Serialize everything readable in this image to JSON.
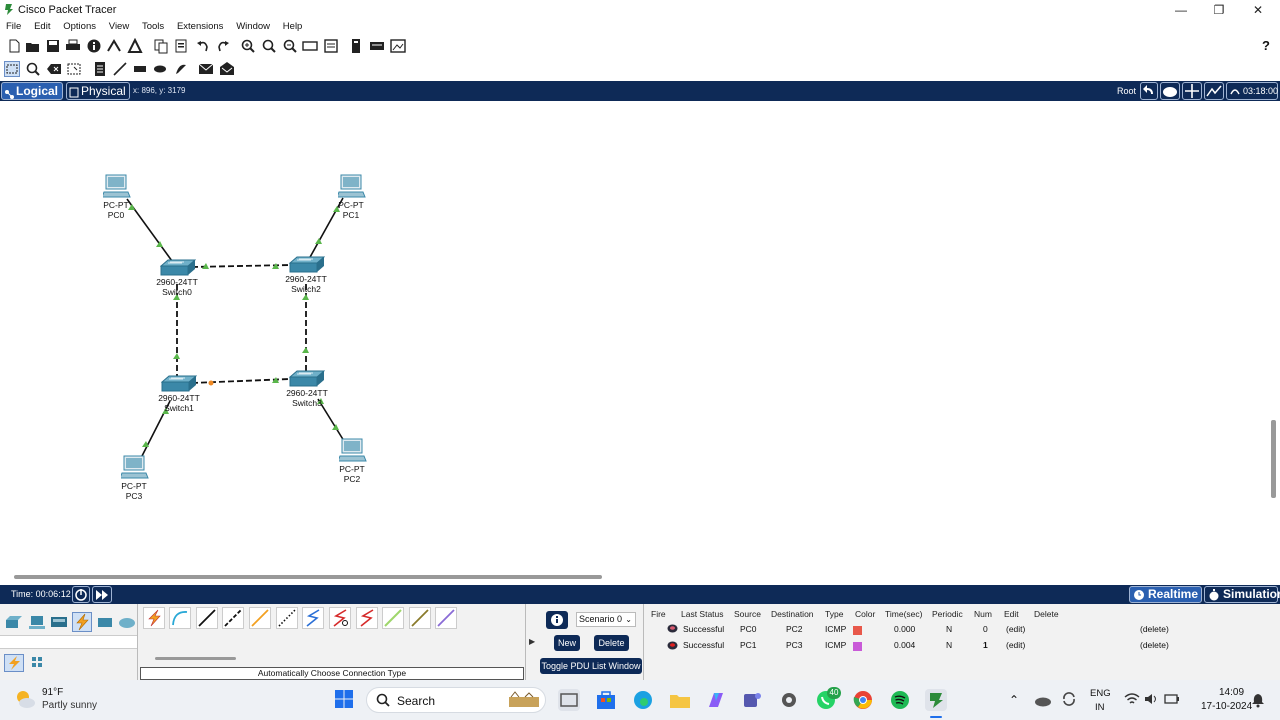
{
  "window": {
    "title": "Cisco Packet Tracer",
    "controls": [
      "—",
      "❐",
      "✕"
    ]
  },
  "menu": [
    "File",
    "Edit",
    "Options",
    "View",
    "Tools",
    "Extensions",
    "Window",
    "Help"
  ],
  "modebar": {
    "logical": "Logical",
    "physical": "Physical",
    "coords": "x: 896, y: 3179",
    "root": "Root",
    "clock": "03:18:00"
  },
  "devices": {
    "pc0": {
      "type": "PC-PT",
      "name": "PC0"
    },
    "pc1": {
      "type": "PC-PT",
      "name": "PC1"
    },
    "pc2": {
      "type": "PC-PT",
      "name": "PC2"
    },
    "pc3": {
      "type": "PC-PT",
      "name": "PC3"
    },
    "sw0": {
      "type": "2960-24TT",
      "name": "Switch0"
    },
    "sw1": {
      "type": "2960-24TT",
      "name": "Switch1"
    },
    "sw2": {
      "type": "2960-24TT",
      "name": "Switch2"
    },
    "sw3": {
      "type": "2960-24TT",
      "name": "Switch3"
    }
  },
  "status": {
    "time": "Time: 00:06:12",
    "realtime": "Realtime",
    "simulation": "Simulation"
  },
  "bottom": {
    "conn_type": "Automatically Choose Connection Type",
    "scenario": "Scenario 0",
    "new": "New",
    "delete": "Delete",
    "toggle": "Toggle PDU List Window"
  },
  "pdu": {
    "headers": [
      "Fire",
      "Last Status",
      "Source",
      "Destination",
      "Type",
      "Color",
      "Time(sec)",
      "Periodic",
      "Num",
      "Edit",
      "Delete"
    ],
    "rows": [
      {
        "status": "Successful",
        "source": "PC0",
        "dest": "PC2",
        "type": "ICMP",
        "color": "#e8584a",
        "time": "0.000",
        "periodic": "N",
        "num": "0",
        "edit": "(edit)",
        "delete": "(delete)"
      },
      {
        "status": "Successful",
        "source": "PC1",
        "dest": "PC3",
        "type": "ICMP",
        "color": "#c95ad8",
        "time": "0.004",
        "periodic": "N",
        "num": "1",
        "edit": "(edit)",
        "delete": "(delete)"
      }
    ]
  },
  "taskbar": {
    "temp": "91°F",
    "weather": "Partly sunny",
    "search": "Search",
    "badge_whatsapp": "40",
    "lang1": "ENG",
    "lang2": "IN",
    "time": "14:09",
    "date": "17-10-2024"
  },
  "colors": {
    "navy": "#0e2a57",
    "link_green": "#59b64a",
    "link_orange": "#f08a24",
    "switch": "#3b88a8"
  }
}
